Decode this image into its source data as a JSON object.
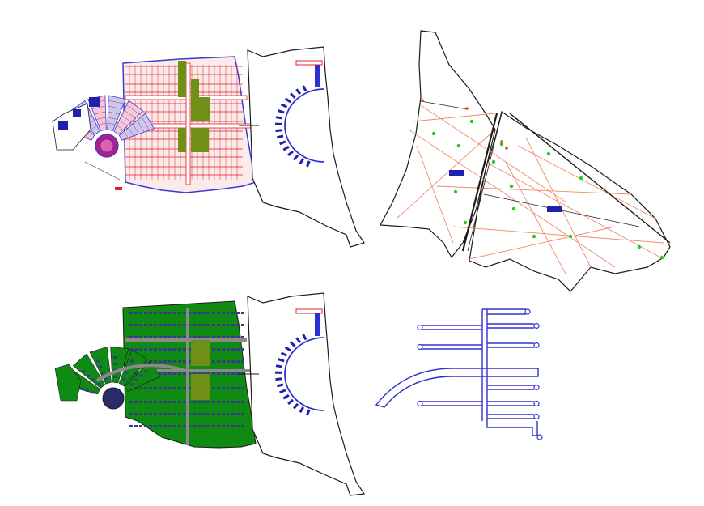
{
  "drawing": {
    "background": "#ffffff",
    "colors": {
      "outline": "#1a1a1a",
      "plot_lines": "#e0202a",
      "plot_fill": "#f6d6d6",
      "boundary": "#3a3ad0",
      "green_block": "#0f8a12",
      "olive_strip": "#6f8f18",
      "road_grey": "#8a8a8a",
      "survey_line": "#f08a6a",
      "survey_point": "#22cc22",
      "network": "#3030d0",
      "building": "#2020b0"
    },
    "views": [
      {
        "name": "plot-subdivision-plan",
        "icons": [
          "grid-plots",
          "curved-housing-clusters",
          "circle-centre"
        ]
      },
      {
        "name": "site-outline-with-crescent",
        "icons": [
          "crescent-building",
          "access-road"
        ]
      },
      {
        "name": "survey-triangulation-map",
        "icons": [
          "triangulation-lines",
          "survey-points",
          "rail-line"
        ]
      },
      {
        "name": "landscape-master-plan",
        "icons": [
          "green-blocks",
          "housing-units"
        ]
      },
      {
        "name": "site-outline-with-crescent-2",
        "icons": [
          "crescent-building",
          "access-road"
        ]
      },
      {
        "name": "road-network-layout",
        "icons": [
          "cul-de-sac-roads",
          "spine-road"
        ]
      }
    ]
  }
}
